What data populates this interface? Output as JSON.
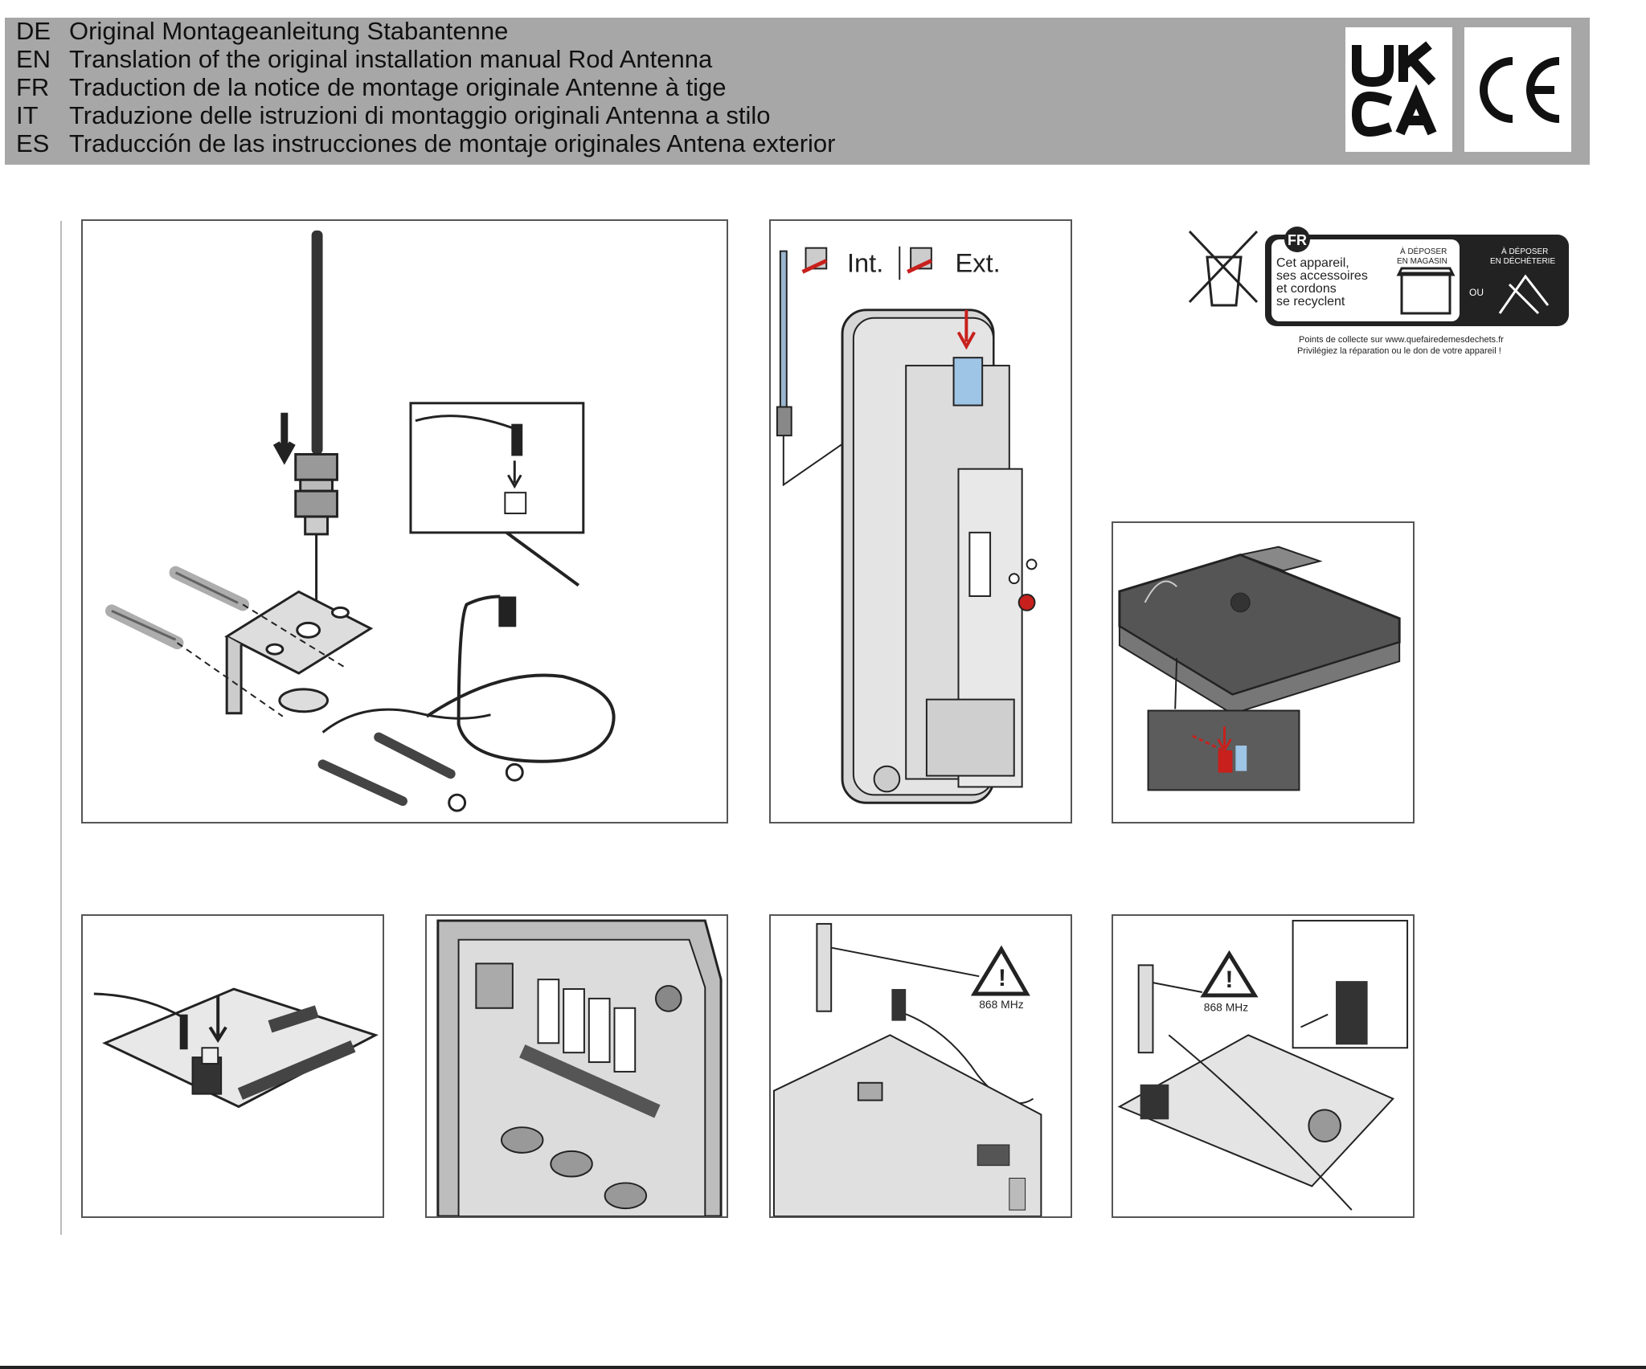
{
  "header": {
    "languages": [
      {
        "code": "DE",
        "text": "Original Montageanleitung Stabantenne"
      },
      {
        "code": "EN",
        "text": "Translation of the original installation manual Rod Antenna"
      },
      {
        "code": "FR",
        "text": "Traduction de la notice de montage originale Antenne à tige"
      },
      {
        "code": "IT",
        "text": "Traduzione delle istruzioni di montaggio originali Antenna a stilo"
      },
      {
        "code": "ES",
        "text": "Traducción de las instrucciones de montaje originales Antena exterior"
      }
    ],
    "marks": {
      "ukca_line1": "UK",
      "ukca_line2": "CA",
      "ce": "CE"
    }
  },
  "panel2": {
    "int_label": "Int.",
    "ext_label": "Ext."
  },
  "recycle": {
    "badge": "FR",
    "line1": "Cet appareil,",
    "line2": "ses accessoires",
    "line3": "et cordons",
    "line4": "se recyclent",
    "shop_l1": "À DÉPOSER",
    "shop_l2": "EN MAGASIN",
    "dump_l1": "À DÉPOSER",
    "dump_l2": "EN DÉCHÈTERIE",
    "ou": "OU",
    "footer1": "Points de collecte sur www.quefairedemesdechets.fr",
    "footer2": "Privilégiez la réparation ou le don de votre appareil !"
  },
  "panel7": {
    "freq": "868 MHz"
  },
  "panel8": {
    "freq": "868 MHz"
  },
  "colors": {
    "header_bg": "#a7a7a7",
    "accent_red": "#c8201c",
    "accent_blue": "#9ec4e6"
  }
}
